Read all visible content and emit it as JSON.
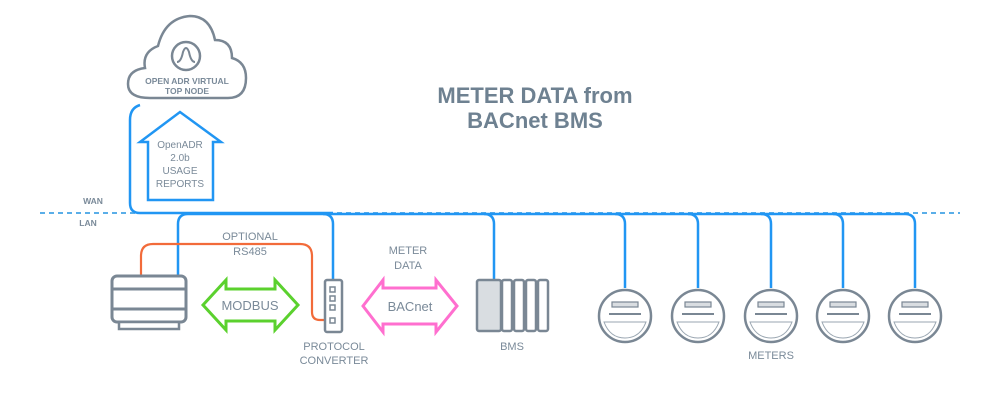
{
  "title": {
    "line1": "METER DATA from",
    "line2": "BACnet BMS"
  },
  "cloud": {
    "line1": "OPEN ADR VIRTUAL",
    "line2": "TOP NODE",
    "icon": "openadr-logo-icon"
  },
  "report_house": {
    "line1": "OpenADR",
    "line2": "2.0b",
    "line3": "USAGE",
    "line4": "REPORTS"
  },
  "zones": {
    "wan": "WAN",
    "lan": "LAN"
  },
  "optional_link": {
    "line1": "OPTIONAL",
    "line2": "RS485"
  },
  "modbus_arrow": {
    "label": "MODBUS"
  },
  "bacnet_arrow": {
    "label": "BACnet",
    "caption_line1": "METER",
    "caption_line2": "DATA"
  },
  "protocol_converter": {
    "line1": "PROTOCOL",
    "line2": "CONVERTER"
  },
  "bms": {
    "label": "BMS"
  },
  "meters": {
    "label": "METERS",
    "count": 5
  },
  "colors": {
    "network": "#2196f3",
    "rs485": "#f26b3a",
    "modbus": "#5bd12e",
    "bacnet": "#ff6fcf",
    "device": "#7a8794",
    "text": "#7a8a99"
  }
}
